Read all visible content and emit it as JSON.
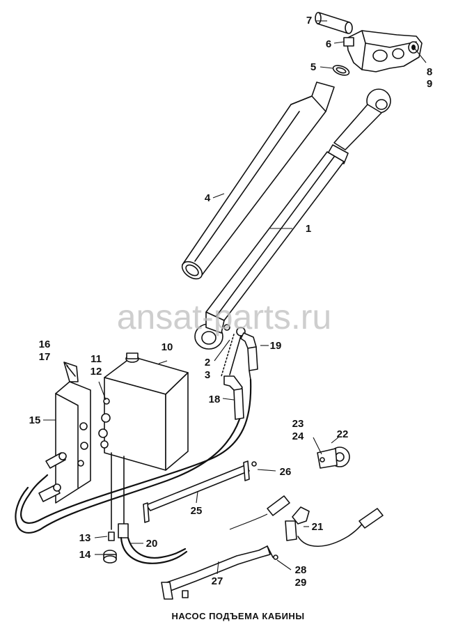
{
  "title": "НАСОС ПОДЪЕМА КАБИНЫ",
  "watermark": "ansat-parts.ru",
  "callouts": [
    {
      "id": "c1",
      "text": "1"
    },
    {
      "id": "c2",
      "text": "2"
    },
    {
      "id": "c3",
      "text": "3"
    },
    {
      "id": "c4",
      "text": "4"
    },
    {
      "id": "c5",
      "text": "5"
    },
    {
      "id": "c6",
      "text": "6"
    },
    {
      "id": "c7",
      "text": "7"
    },
    {
      "id": "c8",
      "text": "8"
    },
    {
      "id": "c9",
      "text": "9"
    },
    {
      "id": "c10",
      "text": "10"
    },
    {
      "id": "c11",
      "text": "11"
    },
    {
      "id": "c12",
      "text": "12"
    },
    {
      "id": "c13",
      "text": "13"
    },
    {
      "id": "c14",
      "text": "14"
    },
    {
      "id": "c15",
      "text": "15"
    },
    {
      "id": "c16",
      "text": "16"
    },
    {
      "id": "c17",
      "text": "17"
    },
    {
      "id": "c18",
      "text": "18"
    },
    {
      "id": "c19",
      "text": "19"
    },
    {
      "id": "c20",
      "text": "20"
    },
    {
      "id": "c21",
      "text": "21"
    },
    {
      "id": "c22",
      "text": "22"
    },
    {
      "id": "c23",
      "text": "23"
    },
    {
      "id": "c24",
      "text": "24"
    },
    {
      "id": "c25",
      "text": "25"
    },
    {
      "id": "c26",
      "text": "26"
    },
    {
      "id": "c27",
      "text": "27"
    },
    {
      "id": "c28",
      "text": "28"
    },
    {
      "id": "c29",
      "text": "29"
    }
  ]
}
